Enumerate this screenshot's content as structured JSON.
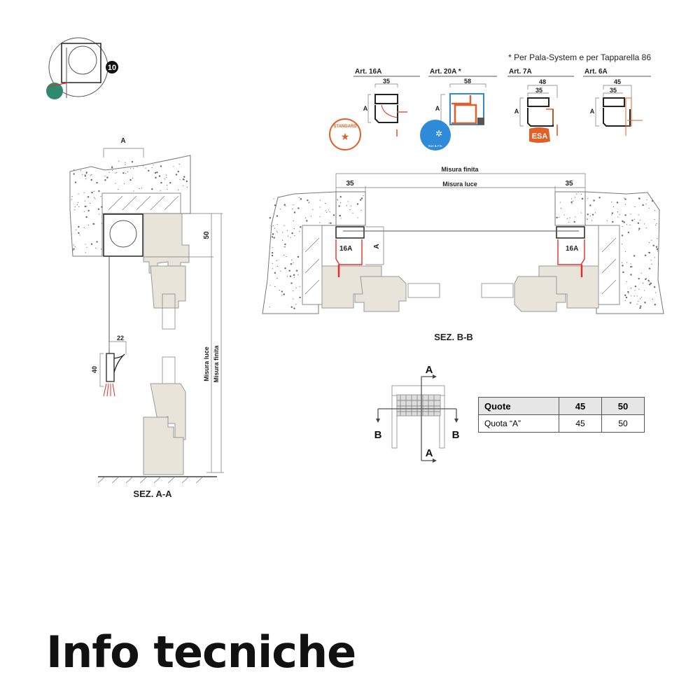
{
  "title": "Info tecniche",
  "detail_badge": "10",
  "note": "* Per Pala-System e per Tapparella 86",
  "articles": [
    {
      "name": "Art. 16A",
      "dims": [
        "35"
      ],
      "side_dim": "A",
      "badge": "STANDARD"
    },
    {
      "name": "Art. 20A *",
      "dims": [
        "58"
      ],
      "side_dim": "A",
      "badge": "Sun & Fin."
    },
    {
      "name": "Art. 7A",
      "dims": [
        "48",
        "35"
      ],
      "side_dim": "A",
      "badge": "ESA"
    },
    {
      "name": "Art. 6A",
      "dims": [
        "45",
        "35"
      ],
      "side_dim": "A"
    }
  ],
  "section_aa": {
    "label": "SEZ. A-A",
    "dim_a": "A",
    "dim_50": "50",
    "dim_22": "22",
    "dim_40": "40",
    "misura_luce": "Misura luce",
    "misura_finita": "Misura finita"
  },
  "section_bb": {
    "label": "SEZ. B-B",
    "misura_finita": "Misura finita",
    "misura_luce": "Misura luce",
    "dim_left": "35",
    "dim_right": "35",
    "profile_left": "16A",
    "profile_right": "16A",
    "dim_a": "A"
  },
  "key_plan": {
    "a_top": "A",
    "a_bottom": "A",
    "b_left": "B",
    "b_right": "B"
  },
  "table": {
    "header": [
      "Quote",
      "45",
      "50"
    ],
    "rows": [
      [
        "Quota “A”",
        "45",
        "50"
      ]
    ]
  },
  "colors": {
    "orange": "#e0602a",
    "blue": "#2f8bd8",
    "red": "#e0302a",
    "wood": "#e8e4da"
  }
}
